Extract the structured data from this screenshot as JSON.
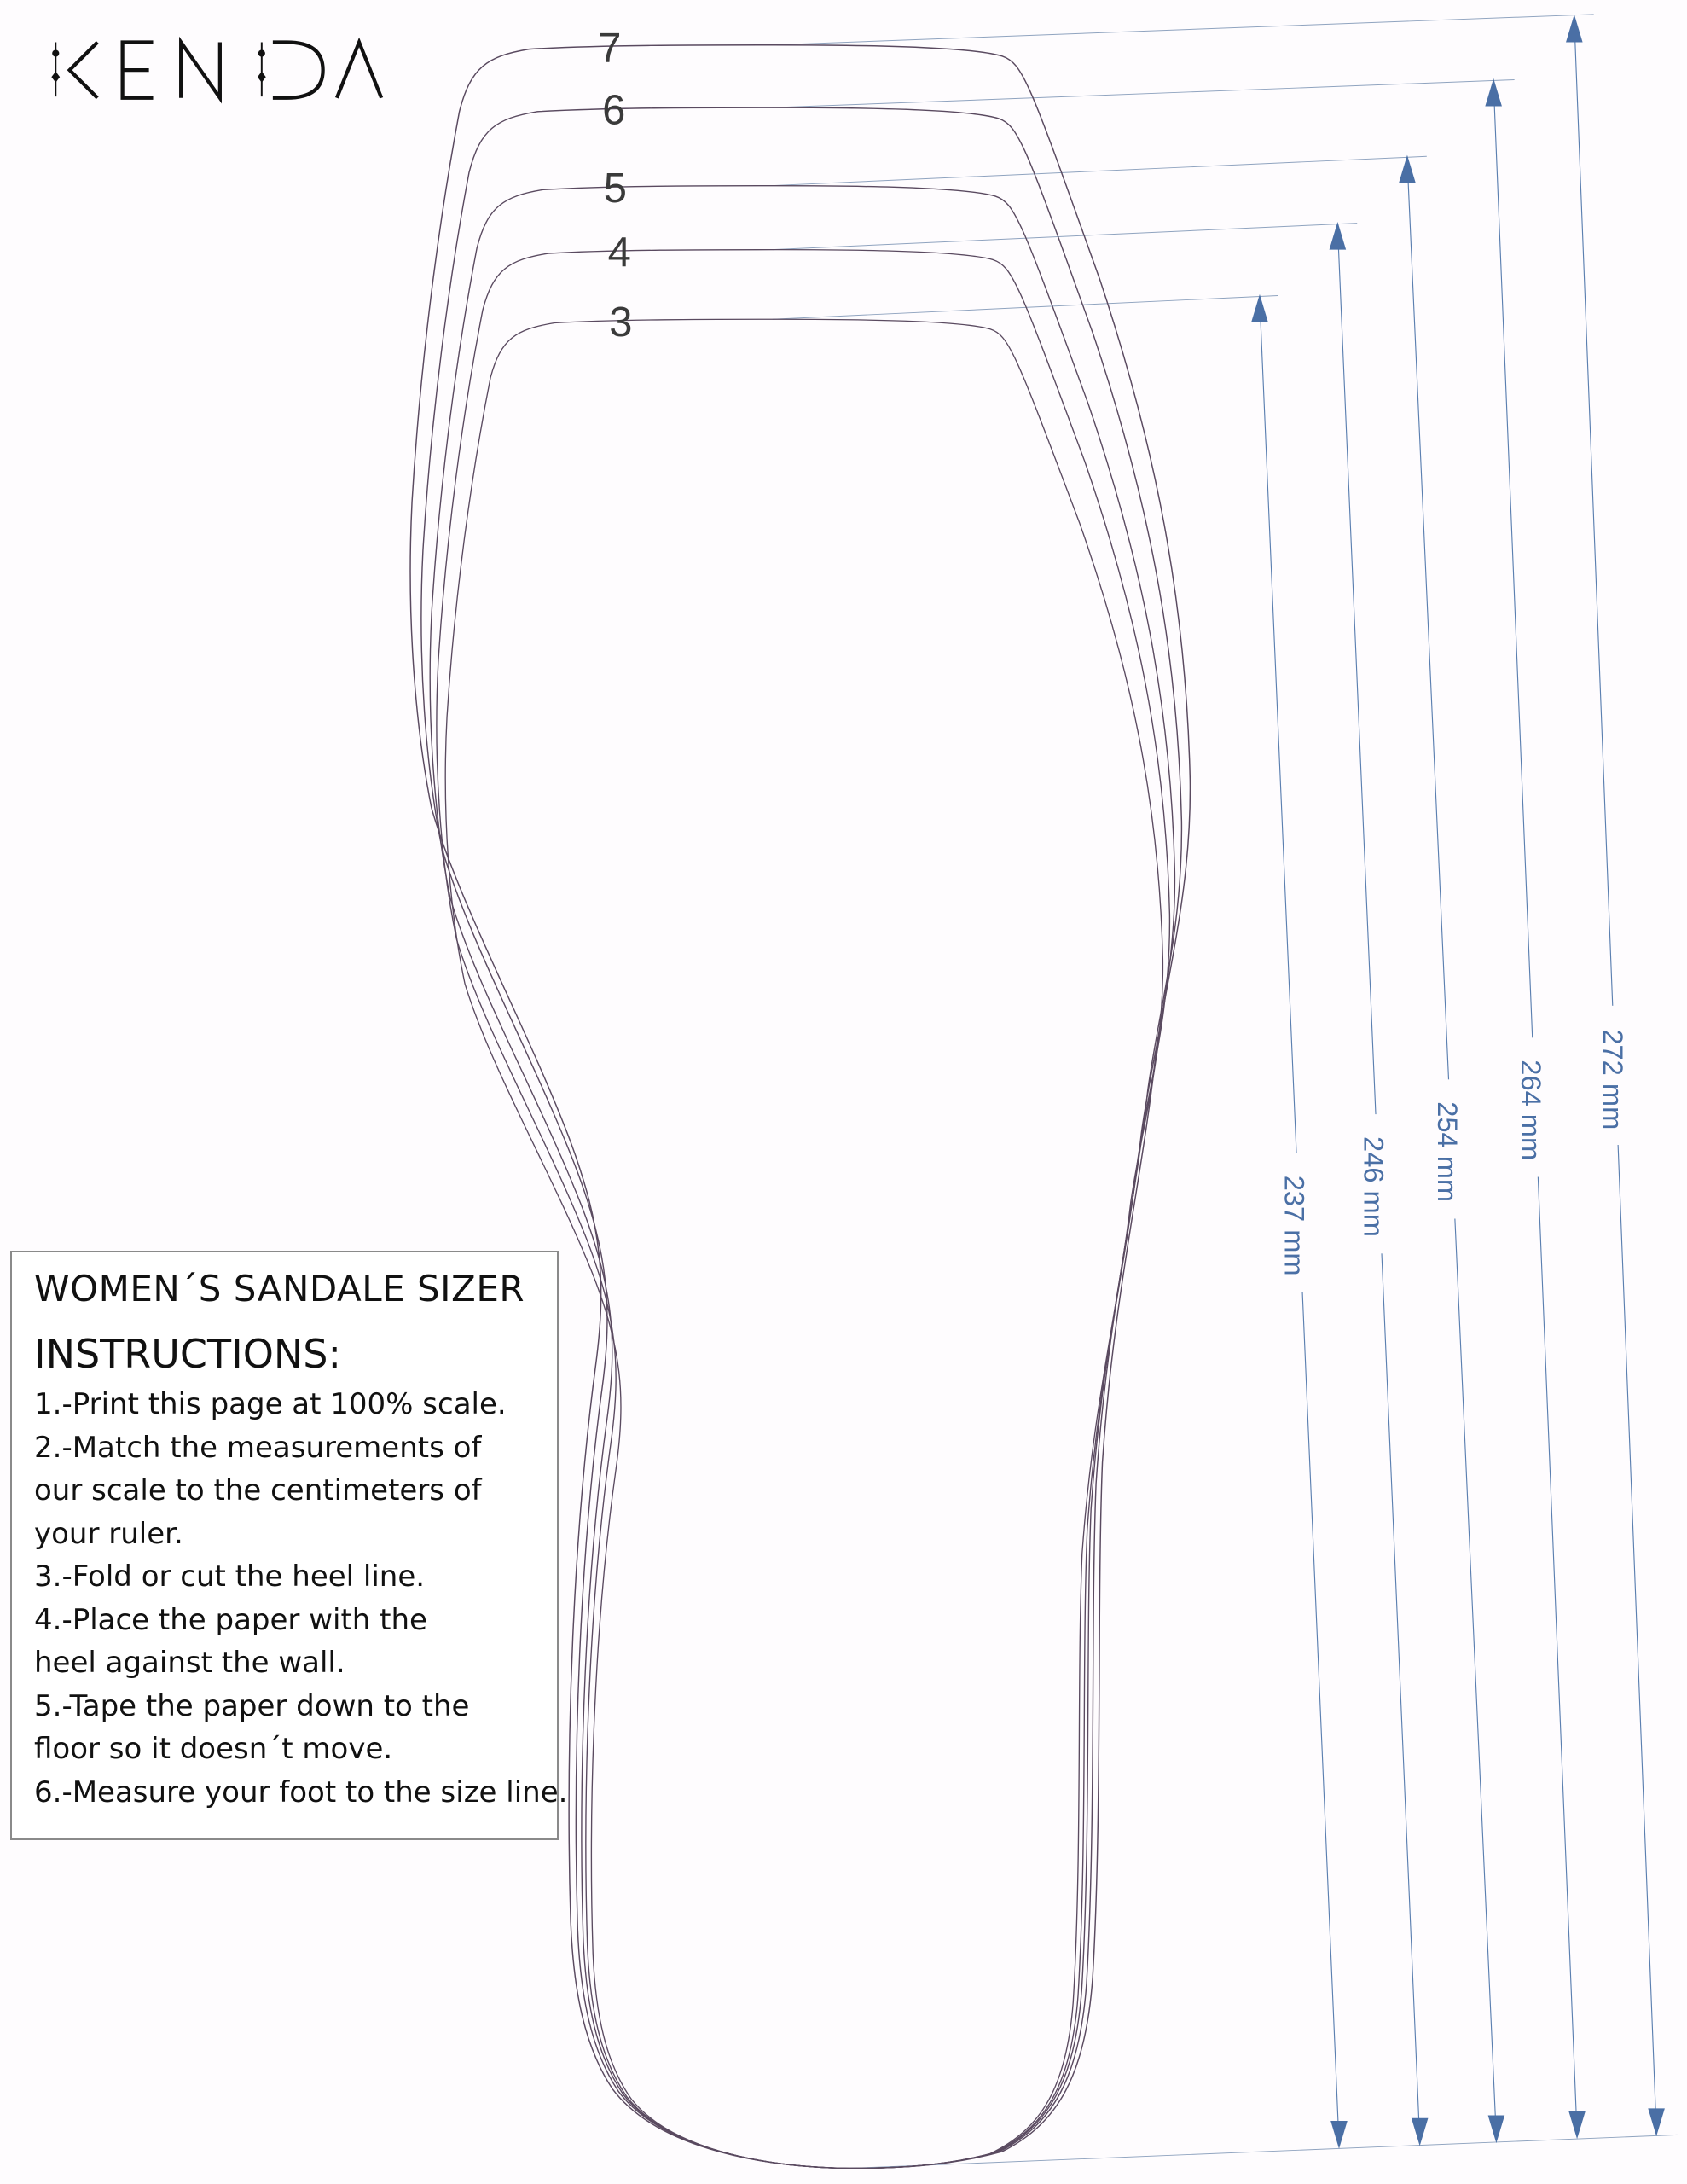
{
  "logo": {
    "text": "KENDA"
  },
  "sizes": [
    {
      "size": "7",
      "length": "272 mm"
    },
    {
      "size": "6",
      "length": "264 mm"
    },
    {
      "size": "5",
      "length": "254 mm"
    },
    {
      "size": "4",
      "length": "246 mm"
    },
    {
      "size": "3",
      "length": "237 mm"
    }
  ],
  "instructions": {
    "title": "WOMEN´S SANDALE SIZER",
    "heading": "INSTRUCTIONS:",
    "lines": [
      "1.-Print this page at 100% scale.",
      "2.-Match the measurements of",
      "our scale to the centimeters of",
      "your ruler.",
      "3.-Fold or cut the heel line.",
      "4.-Place the paper with the",
      "heel against the wall.",
      "5.-Tape the paper down to the",
      "floor so it doesn´t move.",
      "6.-Measure your foot to the size line."
    ]
  },
  "colors": {
    "dimension": "#4a6fa5",
    "outline": "#5a4a60"
  }
}
